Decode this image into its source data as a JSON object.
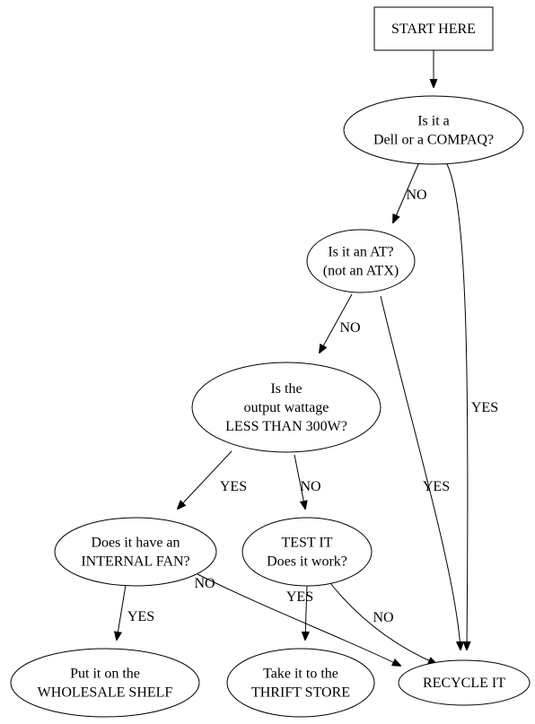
{
  "diagram": {
    "nodes": [
      {
        "id": "start",
        "shape": "box",
        "lines": [
          "START HERE"
        ]
      },
      {
        "id": "dell",
        "shape": "ellipse",
        "lines": [
          "Is it a",
          "Dell or a COMPAQ?"
        ]
      },
      {
        "id": "at",
        "shape": "ellipse",
        "lines": [
          "Is it an AT?",
          "(not an ATX)"
        ]
      },
      {
        "id": "wattage",
        "shape": "ellipse",
        "lines": [
          "Is the",
          "output wattage",
          "LESS THAN 300W?"
        ]
      },
      {
        "id": "fan",
        "shape": "ellipse",
        "lines": [
          "Does it have an",
          "INTERNAL FAN?"
        ]
      },
      {
        "id": "test",
        "shape": "ellipse",
        "lines": [
          "TEST IT",
          "Does it work?"
        ]
      },
      {
        "id": "wholesale",
        "shape": "ellipse",
        "lines": [
          "Put it on the",
          "WHOLESALE SHELF"
        ]
      },
      {
        "id": "thrift",
        "shape": "ellipse",
        "lines": [
          "Take it to the",
          "THRIFT STORE"
        ]
      },
      {
        "id": "recycle",
        "shape": "ellipse",
        "lines": [
          "RECYCLE IT"
        ]
      }
    ],
    "edges": [
      {
        "from": "start",
        "to": "dell",
        "label": ""
      },
      {
        "from": "dell",
        "to": "at",
        "label": "NO"
      },
      {
        "from": "dell",
        "to": "recycle",
        "label": "YES"
      },
      {
        "from": "at",
        "to": "wattage",
        "label": "NO"
      },
      {
        "from": "at",
        "to": "recycle",
        "label": "YES"
      },
      {
        "from": "wattage",
        "to": "fan",
        "label": "YES"
      },
      {
        "from": "wattage",
        "to": "test",
        "label": "NO"
      },
      {
        "from": "fan",
        "to": "wholesale",
        "label": "YES"
      },
      {
        "from": "fan",
        "to": "recycle",
        "label": "NO"
      },
      {
        "from": "test",
        "to": "thrift",
        "label": "YES"
      },
      {
        "from": "test",
        "to": "recycle",
        "label": "NO"
      }
    ]
  }
}
